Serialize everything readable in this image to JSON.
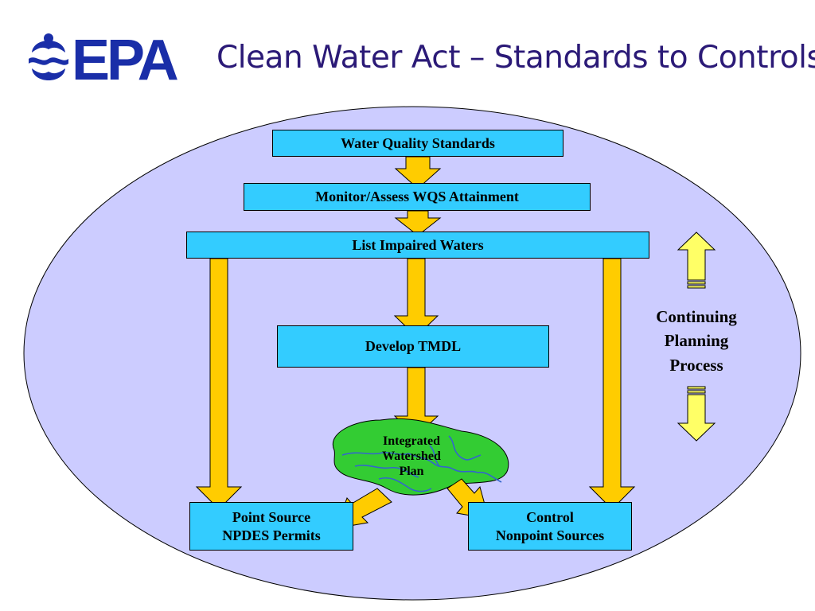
{
  "header": {
    "title": "Clean Water Act – Standards to Controls",
    "logo_text": "EPA"
  },
  "diagram": {
    "boxes": {
      "water_quality_standards": "Water Quality Standards",
      "monitor_assess": "Monitor/Assess WQS Attainment",
      "list_impaired": "List Impaired Waters",
      "develop_tmdl": "Develop TMDL",
      "point_source": [
        "Point Source",
        "NPDES Permits"
      ],
      "nonpoint": [
        "Control",
        "Nonpoint Sources"
      ]
    },
    "watershed": [
      "Integrated",
      "Watershed",
      "Plan"
    ],
    "side_label": [
      "Continuing",
      "Planning",
      "Process"
    ]
  },
  "colors": {
    "title": "#2b1a77",
    "logo": "#1a2ea8",
    "ellipse_fill": "#ccccff",
    "box_fill": "#33ccff",
    "arrow_fill": "#ffcc00",
    "side_arrow_fill": "#ffff66",
    "watershed_fill": "#33cc33",
    "river": "#3366cc"
  }
}
